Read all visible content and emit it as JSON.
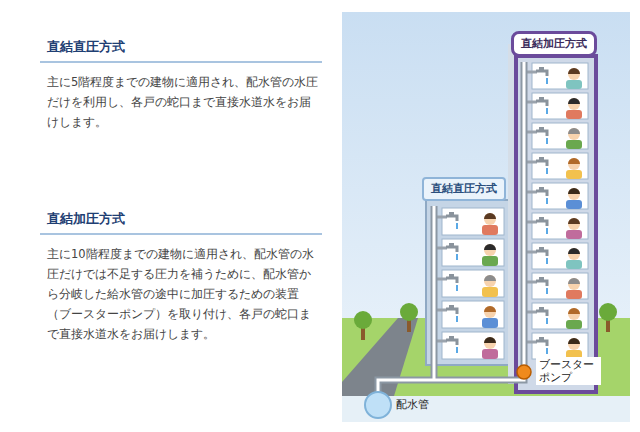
{
  "diagram": {
    "nodes": [
      {
        "text": [
          "直結直圧方式"
        ]
      },
      {
        "text": [
          "直結加圧方式"
        ]
      }
    ],
    "labels": [
      "直結直圧方式",
      "主に5階程度までの建物に適用され、配水管の水圧だけを利用し、各戸の蛇口まで直接水道水をお届けします。",
      "直結加圧方式",
      "主に10階程度までの建物に適用され、配水管の水圧だけでは不足する圧力を補うために、配水管から分岐した給水管の途中に加圧するための装置（ブースターポンプ）を取り付け、各戸の蛇口まで直接水道水をお届けします。",
      "ブースター ポンプ",
      "配水管"
    ]
  }
}
